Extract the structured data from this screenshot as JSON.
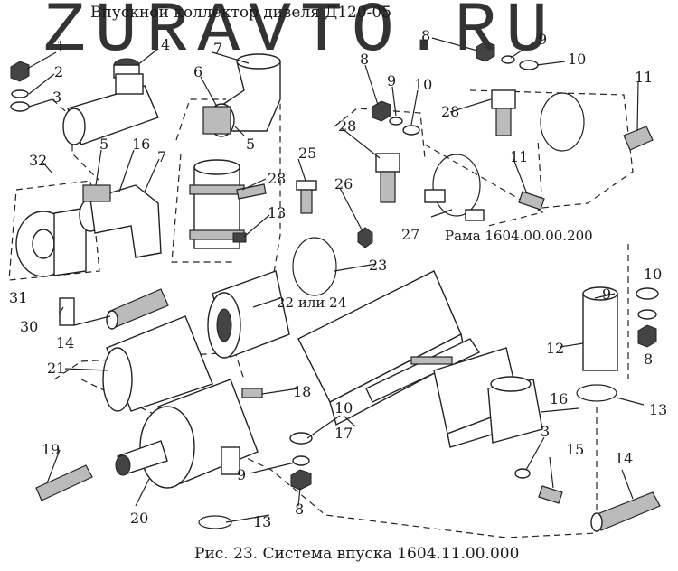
{
  "title_top": "Впускной коллектор дизеля Д120-05",
  "watermark": "ZURAVTO.RU",
  "caption": "Рис. 23. Система впуска 1604.11.00.000",
  "frame_label": "Рама 1604.00.00.200",
  "alt_label": "22 или 24",
  "callouts": [
    "1",
    "2",
    "3",
    "4",
    "7",
    "6",
    "5",
    "8",
    "9",
    "10",
    "8",
    "9",
    "10",
    "28",
    "11",
    "28",
    "11",
    "32",
    "5",
    "16",
    "7",
    "25",
    "26",
    "28",
    "13",
    "27",
    "31",
    "23",
    "10",
    "30",
    "14",
    "9",
    "12",
    "21",
    "8",
    "18",
    "10",
    "16",
    "13",
    "17",
    "19",
    "3",
    "15",
    "14",
    "9",
    "8",
    "20",
    "13"
  ],
  "colors": {
    "ink": "#222222",
    "paper": "#ffffff"
  }
}
